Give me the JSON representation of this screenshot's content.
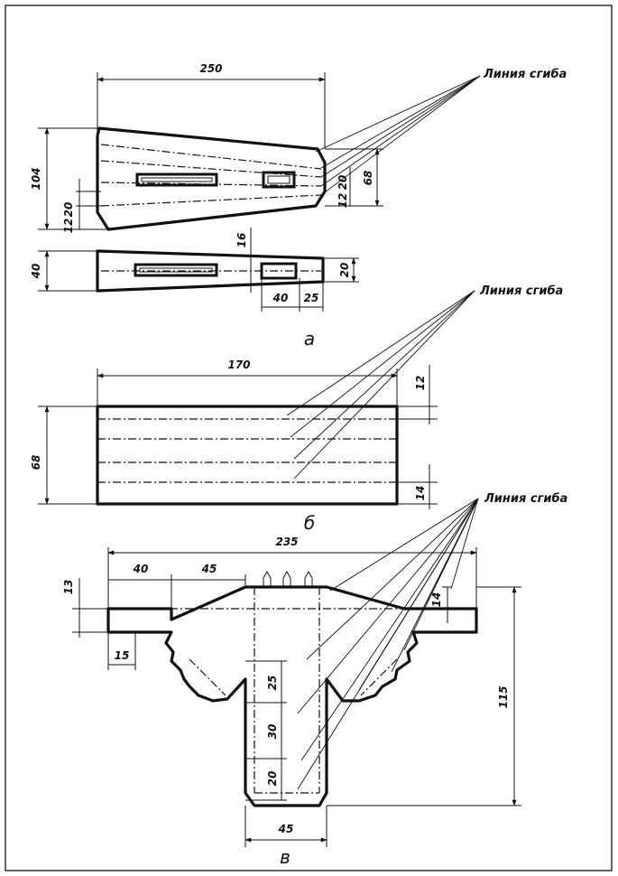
{
  "bend_label_a": "Линия сгиба",
  "bend_label_b": "Линия сгиба",
  "bend_label_c": "Линия сгиба",
  "captions": {
    "a": "а",
    "b": "б",
    "c": "в"
  },
  "dims_a": {
    "d250": "250",
    "d104": "104",
    "d68": "68",
    "d20": "20",
    "d12": "12",
    "d12b": "12",
    "d20b": "20",
    "d40": "40",
    "d16": "16",
    "d20c": "20",
    "d40b": "40",
    "d25": "25"
  },
  "dims_b": {
    "d170": "170",
    "d68": "68",
    "d12": "12",
    "d14": "14"
  },
  "dims_c": {
    "d235": "235",
    "d40": "40",
    "d45": "45",
    "d13": "13",
    "d14": "14",
    "d15": "15",
    "d25": "25",
    "d30": "30",
    "d20": "20",
    "d115": "115",
    "d45b": "45"
  }
}
